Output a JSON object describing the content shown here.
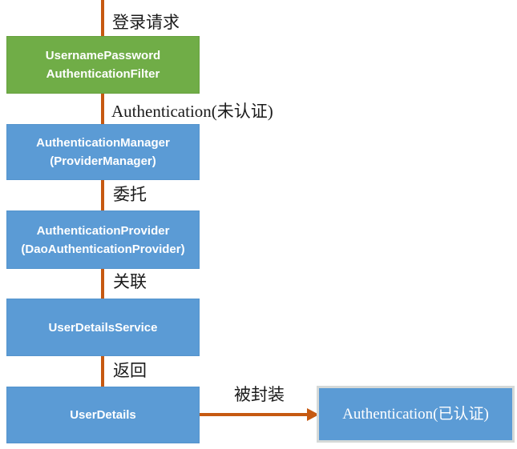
{
  "colors": {
    "green": "#70AD47",
    "blue": "#5B9BD5",
    "arrow": "#C65911",
    "box_text": "#FFFFFF",
    "label_text": "#1b1b1b",
    "result_border": "#d5d9d8",
    "bg": "#FFFFFF"
  },
  "nodes": [
    {
      "id": "username-password-authentication-filter",
      "lines": [
        "UsernamePassword",
        "AuthenticationFilter"
      ],
      "style": "green"
    },
    {
      "id": "authentication-manager",
      "lines": [
        "AuthenticationManager",
        "(ProviderManager)"
      ],
      "style": "blue"
    },
    {
      "id": "authentication-provider",
      "lines": [
        "AuthenticationProvider",
        "(DaoAuthenticationProvider)"
      ],
      "style": "blue"
    },
    {
      "id": "user-details-service",
      "lines": [
        "UserDetailsService"
      ],
      "style": "blue"
    },
    {
      "id": "user-details",
      "lines": [
        "UserDetails"
      ],
      "style": "blue"
    },
    {
      "id": "authentication-authenticated",
      "lines": [
        "Authentication(已认证)"
      ],
      "style": "blue-bordered"
    }
  ],
  "edge_labels": {
    "login_request": "登录请求",
    "authentication_unauthenticated": "Authentication(未认证)",
    "delegate": "委托",
    "associate": "关联",
    "return": "返回",
    "encapsulated": "被封装"
  }
}
